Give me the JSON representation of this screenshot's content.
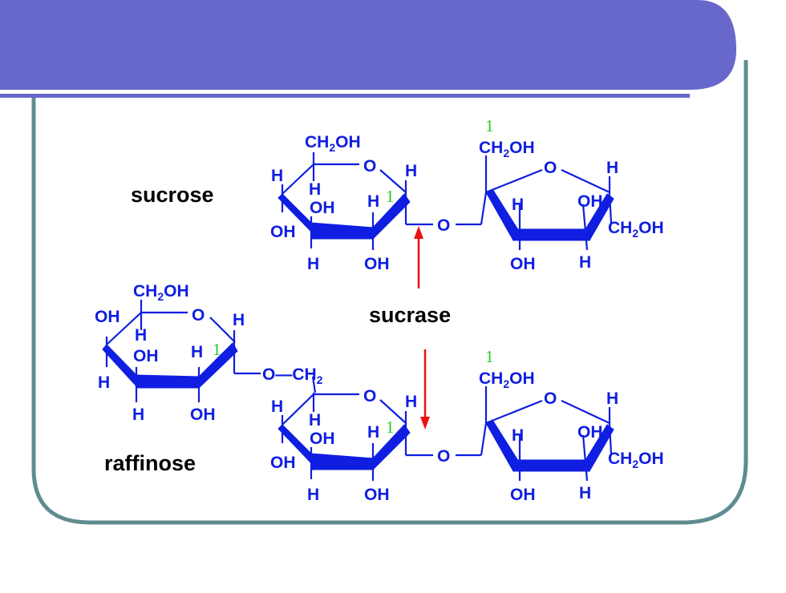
{
  "colors": {
    "header": "#6868cc",
    "frame": "#5f8c90",
    "structure": "#0f1ee0",
    "anomeric_number": "#22cc22",
    "arrow": "#ee1111"
  },
  "labels": {
    "sucrose": "sucrose",
    "sucrase": "sucrase",
    "raffinose": "raffinose"
  },
  "atoms": {
    "ch2oh": "CH",
    "two": "2",
    "oh": "OH",
    "o": "O",
    "h": "H",
    "one": "1",
    "o_ch2": "O—CH"
  }
}
